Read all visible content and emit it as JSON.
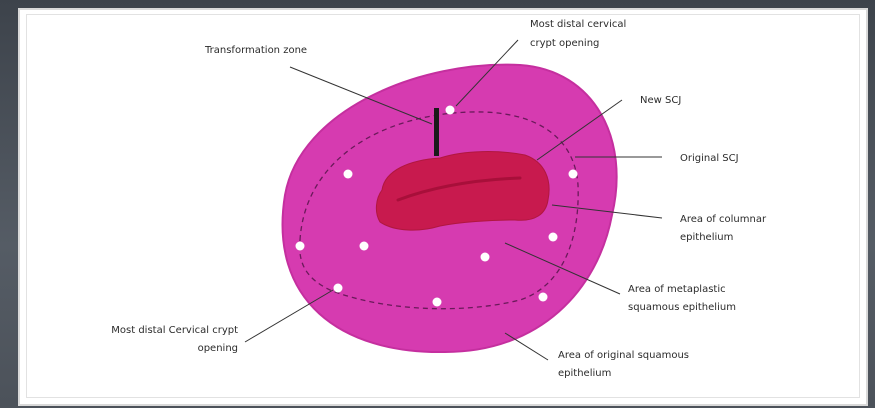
{
  "labels": {
    "transformation_zone": "Transformation zone",
    "most_distal_cervical_1": "Most distal cervical",
    "most_distal_cervical_2": "crypt opening",
    "new_scj": "New SCJ",
    "original_scj": "Original SCJ",
    "columnar_1": "Area of columnar",
    "columnar_2": "epithelium",
    "metaplastic_1": "Area of metaplastic",
    "metaplastic_2": "squamous epithelium",
    "original_squamous_1": "Area of original squamous",
    "original_squamous_2": "epithelium",
    "left_crypt_1": "Most distal Cervical crypt",
    "left_crypt_2": "opening"
  },
  "colors": {
    "cervix": "#d63bb0",
    "cervix_edge": "#c52f9f",
    "columnar": "#c81a4e",
    "columnar_dark": "#a80f3a",
    "dashed_line": "#6a1a5a",
    "leader_line": "#333333",
    "crypt_dot": "#ffffff"
  }
}
